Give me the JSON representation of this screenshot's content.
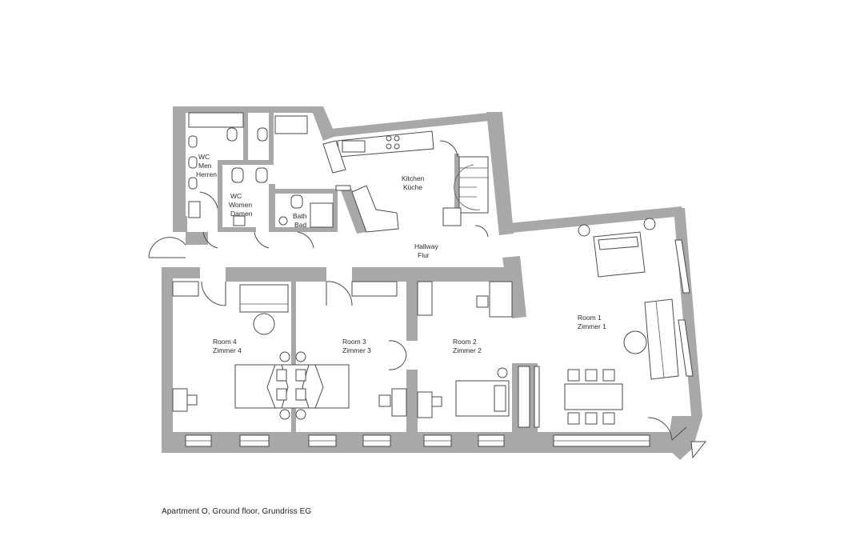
{
  "rooms": {
    "wc_men": [
      "WC",
      "Men",
      "Herren"
    ],
    "wc_women": [
      "WC",
      "Women",
      "Damen"
    ],
    "bath": [
      "Bath",
      "Bad"
    ],
    "kitchen": [
      "Kitchen",
      "Küche"
    ],
    "hallway": [
      "Hallway",
      "Flur"
    ],
    "room1": [
      "Room 1",
      "Zimmer 1"
    ],
    "room2": [
      "Room 2",
      "Zimmer 2"
    ],
    "room3": [
      "Room 3",
      "Zimmer 3"
    ],
    "room4": [
      "Room 4",
      "Zimmer 4"
    ]
  },
  "caption": "Apartment O, Ground floor, Grundriss EG"
}
